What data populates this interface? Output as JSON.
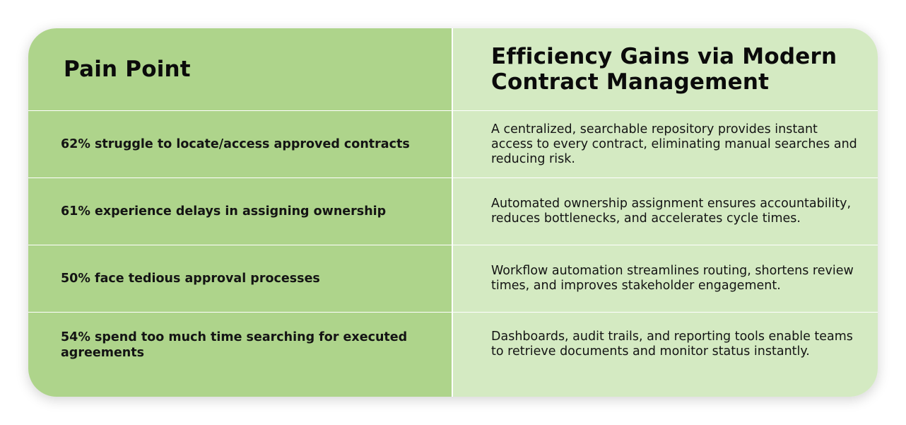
{
  "table": {
    "headers": {
      "pain_point": "Pain Point",
      "efficiency_gains": "Efficiency Gains via Modern Contract Management"
    },
    "rows": [
      {
        "pain": "62% struggle to locate/access approved contracts",
        "gain": "A centralized, searchable repository provides instant access to every contract, eliminating manual searches and reducing risk."
      },
      {
        "pain": "61% experience delays in assigning ownership",
        "gain": "Automated ownership assignment ensures accountability, reduces bottlenecks, and accelerates cycle times."
      },
      {
        "pain": "50% face tedious approval processes",
        "gain": "Workflow automation streamlines routing, shortens review times, and improves stakeholder engagement."
      },
      {
        "pain": "54% spend too much time searching for executed agreements",
        "gain": "Dashboards, audit trails, and reporting tools enable teams to retrieve documents and monitor status instantly."
      }
    ]
  },
  "colors": {
    "left_column": "#aed48b",
    "right_column": "#d4eac2",
    "divider": "#ffffff"
  }
}
